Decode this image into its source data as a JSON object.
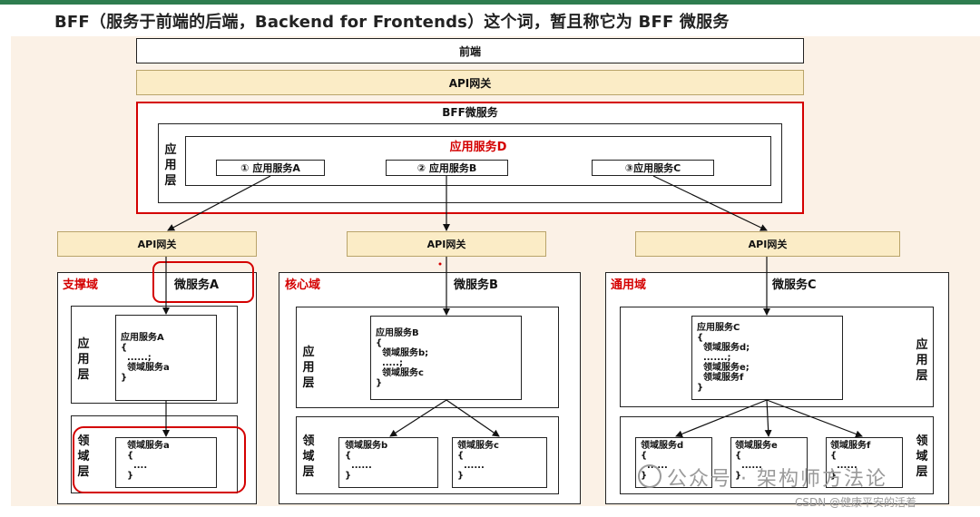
{
  "title": "BFF（服务于前端的后端，Backend for Frontends）这个词，暂且称它为 BFF 微服务",
  "frontend": "前端",
  "api_gateway": "API网关",
  "bff": {
    "title": "BFF微服务",
    "app_layer": "应用层",
    "service_d": "应用服务D",
    "svc_a": "① 应用服务A",
    "svc_b": "② 应用服务B",
    "svc_c": "③应用服务C"
  },
  "gateways": [
    "API网关",
    "API网关",
    "API网关"
  ],
  "domains": [
    {
      "name": "支撑域",
      "service": "微服务A",
      "app_layer": "应用层",
      "domain_layer": "领域层",
      "app_code": "应用服务A\n{\n  ......;\n  领域服务a\n}",
      "domain_services": [
        {
          "code": "领域服务a\n{\n  ....\n}"
        }
      ]
    },
    {
      "name": "核心域",
      "service": "微服务B",
      "app_layer": "应用层",
      "domain_layer": "领域层",
      "app_code": "应用服务B\n{\n  领域服务b;\n  .....;\n  领域服务c\n}",
      "domain_services": [
        {
          "code": "领域服务b\n{\n  ......\n}"
        },
        {
          "code": "领域服务c\n{\n  ......\n}"
        }
      ]
    },
    {
      "name": "通用域",
      "service": "微服务C",
      "app_layer": "应用层",
      "domain_layer": "领域层",
      "app_code": "应用服务C\n{\n  领域服务d;\n  .......;\n  领域服务e;\n  领域服务f\n}",
      "domain_services": [
        {
          "code": "领域服务d\n{\n  ......\n}"
        },
        {
          "code": "领域服务e\n{\n  ......\n}"
        },
        {
          "code": "领域服务f\n{\n  ......\n}"
        }
      ]
    }
  ],
  "watermark": "公众号 · 架构师方法论",
  "csdn": "CSDN @健康平安的活着",
  "colors": {
    "accent_red": "#d40000",
    "gateway_fill": "#fbecc6",
    "slide_bg": "#fbf1e6",
    "top_bar": "#2e7d4f"
  }
}
